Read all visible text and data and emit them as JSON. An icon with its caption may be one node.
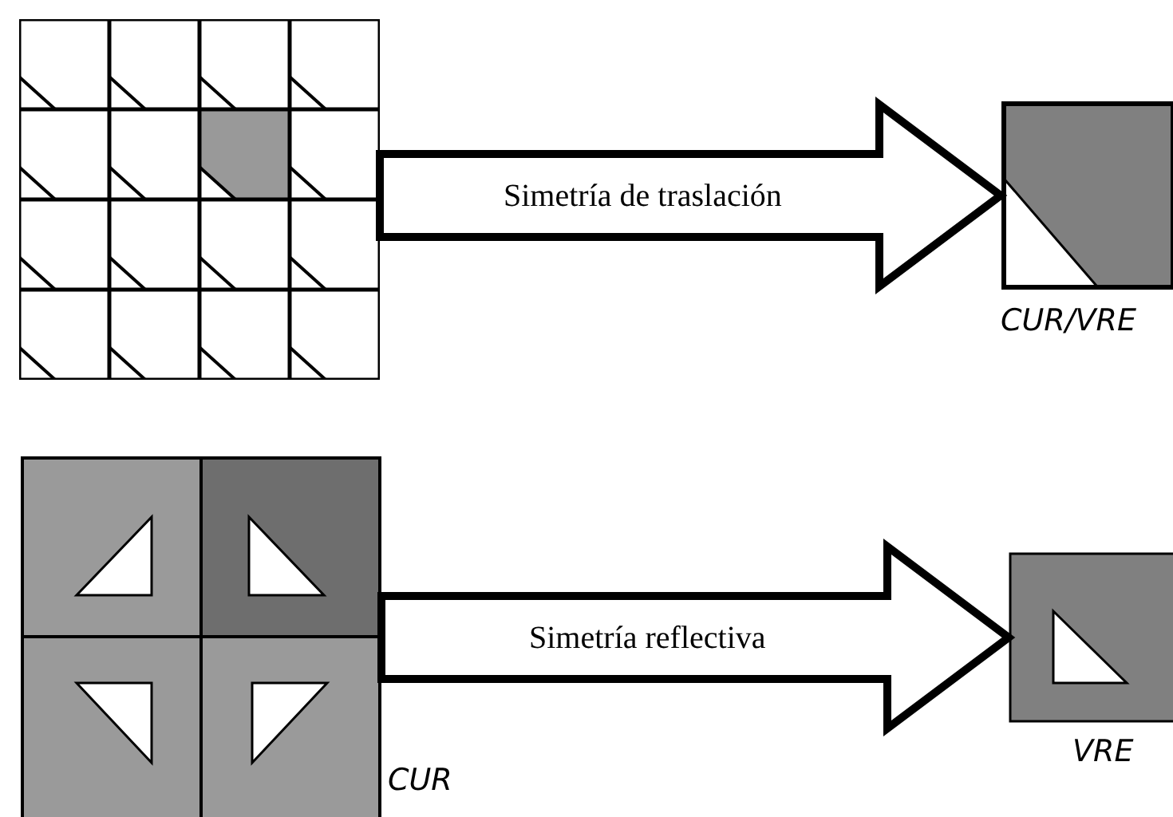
{
  "diagram": {
    "nodes": [
      {
        "text": [],
        "shape": "picture"
      },
      {
        "text": [],
        "shape": "picture",
        "beside": [
          "CUR/VRE"
        ]
      },
      {
        "text": [],
        "shape": "picture",
        "beside": [
          "CUR"
        ]
      },
      {
        "text": [],
        "shape": "picture",
        "beside": [
          "VRE"
        ]
      }
    ],
    "edges": [
      {
        "from": 0,
        "to": 1,
        "arrow": "to",
        "label": "Simetría de traslación"
      },
      {
        "from": 2,
        "to": 3,
        "arrow": "to",
        "label": "Simetría reflectiva"
      }
    ]
  }
}
